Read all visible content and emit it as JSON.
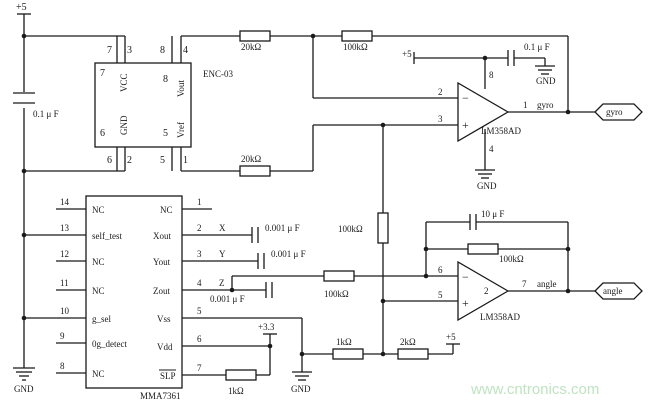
{
  "supply": {
    "plus5_top": "+5",
    "plus5_cap": "+5",
    "plus5_bottom": "+5",
    "plus33": "+3.3"
  },
  "ground": {
    "left": "GND",
    "gyro_opamp": "GND",
    "cap": "GND",
    "bottom": "GND"
  },
  "capacitors": {
    "decoupling_left": "0.1 μ F",
    "decoupling_top": "0.1 μ F",
    "xout": "0.001 μ F",
    "yout": "0.001 μ F",
    "zout": "0.001 μ F",
    "feedback": "10 μ F"
  },
  "resistors": {
    "r_top_1": "20kΩ",
    "r_top_2": "100kΩ",
    "r_vref": "20kΩ",
    "r_vertical": "100kΩ",
    "r_feedback": "100kΩ",
    "r_z": "100kΩ",
    "r_bottom_1": "1kΩ",
    "r_bottom_2": "2kΩ",
    "r_slp": "1kΩ"
  },
  "gyro_chip": {
    "name": "ENC-03",
    "vcc": "VCC",
    "gnd": "GND",
    "vout": "Vout",
    "vref": "Vref",
    "pins": {
      "p7": "7",
      "p3": "3",
      "p8": "8",
      "p4": "4",
      "p6": "6",
      "p2": "2",
      "p5": "5",
      "p1": "1"
    }
  },
  "accel_chip": {
    "name": "MMA7361",
    "left_pins": [
      {
        "num": "14",
        "label": "NC"
      },
      {
        "num": "13",
        "label": "self_test"
      },
      {
        "num": "12",
        "label": "NC"
      },
      {
        "num": "11",
        "label": "NC"
      },
      {
        "num": "10",
        "label": "g_sel"
      },
      {
        "num": "9",
        "label": "0g_detect"
      },
      {
        "num": "8",
        "label": "NC"
      }
    ],
    "right_pins": [
      {
        "num": "1",
        "label": "NC"
      },
      {
        "num": "2",
        "label": "Xout"
      },
      {
        "num": "3",
        "label": "Yout"
      },
      {
        "num": "4",
        "label": "Zout"
      },
      {
        "num": "5",
        "label": "Vss"
      },
      {
        "num": "6",
        "label": "Vdd"
      },
      {
        "num": "7",
        "label": "SLP"
      }
    ]
  },
  "axes": {
    "x": "X",
    "y": "Y",
    "z": "Z"
  },
  "opamp_gyro": {
    "name": "LM358AD",
    "pin_minus": "2",
    "pin_plus": "3",
    "pin_out": "1",
    "pin_vcc": "8",
    "pin_gnd": "4",
    "minus": "−",
    "plus": "+"
  },
  "opamp_angle": {
    "name": "LM358AD",
    "pin_minus": "6",
    "pin_plus": "5",
    "pin_out": "7",
    "unit": "2",
    "minus": "−",
    "plus": "+"
  },
  "signals": {
    "gyro_out": "gyro",
    "gyro_port": "gyro",
    "angle_out": "angle",
    "angle_port": "angle"
  },
  "watermark": "www.cntronics.com"
}
